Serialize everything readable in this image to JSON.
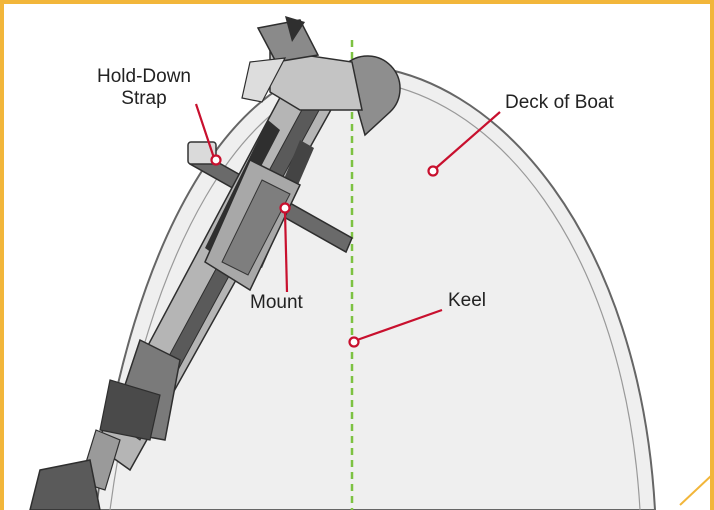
{
  "labels": {
    "strap_line1": "Hold-Down",
    "strap_line2": "Strap",
    "deck": "Deck of Boat",
    "mount": "Mount",
    "keel": "Keel"
  },
  "colors": {
    "frame": "#F2B63A",
    "deck_fill": "#EFEFEF",
    "hull_outline": "#666666",
    "keel_line": "#7DC242",
    "callout": "#C8102E",
    "motor_gray": "#9A9A9A",
    "motor_dark": "#3A3A3A"
  }
}
